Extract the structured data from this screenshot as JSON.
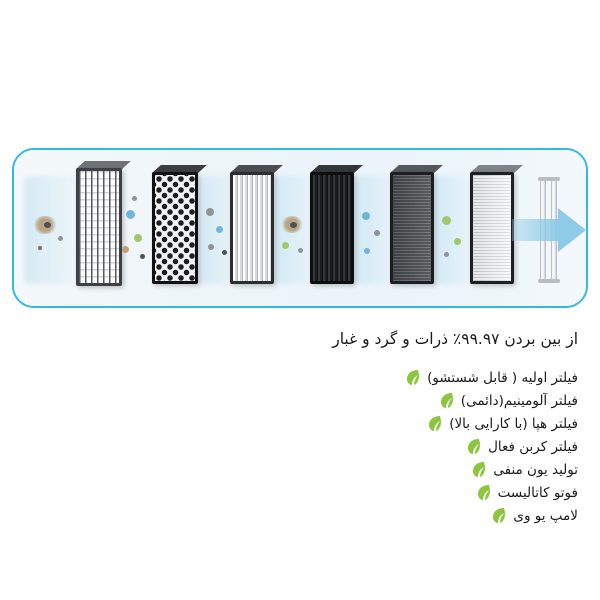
{
  "diagram": {
    "panel_name": "air-purifier-filter-stack",
    "accent_color": "#2fb8e8",
    "airflow_color": "#8ecbe6",
    "stages": [
      {
        "id": "pre-filter",
        "icon": "mesh-grid-plate"
      },
      {
        "id": "aluminium-filter",
        "icon": "perforated-plate"
      },
      {
        "id": "hepa-filter",
        "icon": "white-pleated-plate"
      },
      {
        "id": "carbon-filter",
        "icon": "black-pleated-plate"
      },
      {
        "id": "ion-generator",
        "icon": "dark-mesh-plate"
      },
      {
        "id": "photo-catalyst",
        "icon": "light-grey-plate"
      },
      {
        "id": "uv-lamp",
        "icon": "uv-tube-lamp"
      }
    ],
    "outflow_icon": "clean-air-arrow-icon"
  },
  "headline": "از بین بردن ۹۹.۹۷٪ ذرات و گرد و غبار",
  "features": [
    {
      "icon": "leaf-icon",
      "label": "فیلتر اولیه ( قابل شستشو)"
    },
    {
      "icon": "leaf-icon",
      "label": "فیلتر آلومینیم(دائمی)"
    },
    {
      "icon": "leaf-icon",
      "label": "فیلتر هپا (با کارایی بالا)"
    },
    {
      "icon": "leaf-icon",
      "label": "فیلتر کربن فعال"
    },
    {
      "icon": "leaf-icon",
      "label": "تولید یون منفی"
    },
    {
      "icon": "leaf-icon",
      "label": "فوتو کاتالیست"
    },
    {
      "icon": "leaf-icon",
      "label": "لامپ یو وی"
    }
  ],
  "colors": {
    "leaf_green": "#8cc63f",
    "text": "#1a1a1a",
    "panel_border": "#2fb8e8"
  }
}
